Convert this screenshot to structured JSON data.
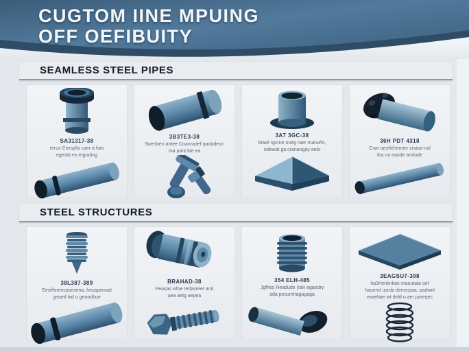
{
  "poster": {
    "title": "CUGTOM IINE MPUING\nOFF OEFIBUITY"
  },
  "colors": {
    "header_blue": "#527a9c",
    "header_blue_dark": "#2e4c66",
    "steel_light": "#8fb2c9",
    "steel_mid": "#5d89ab",
    "steel_dark": "#2e5270",
    "background": "#e4e8ec",
    "section_text": "#121d2c",
    "muted_text": "#5a6777"
  },
  "sections": [
    {
      "heading": "SEAMLESS STEEL PIPES",
      "cards": [
        {
          "title": "SA31317-38",
          "description": "rerus Crrrsylla caer a has\negesta es ergrating",
          "top_image": "flanged-bushing",
          "bottom_image": "steel-pipe"
        },
        {
          "title": "3B3TE3-38",
          "description": "Soerfaen antee Coanradef qadadeun\nma pant lae ea",
          "top_image": "short-steel-tube",
          "bottom_image": "connecting-rod"
        },
        {
          "title": "3A7 3GC-38",
          "description": "Mawl rgcrne oneg raer manufm,\nedewat ga cranangay eelo",
          "top_image": "flanged-cylinder",
          "bottom_image": "steel-wedge-block"
        },
        {
          "title": "36H PDT 4318",
          "description": "Csar qestlehonner cnasa-nal\nlea na eaode andode",
          "top_image": "flange-mounted-pipe",
          "bottom_image": "thin-steel-tube"
        }
      ]
    },
    {
      "heading": "STEEL STRUCTURES",
      "cards": [
        {
          "title": "38L387-389",
          "description": "Eesifhnencasesena, heuspemad\ngeaed lad o geoodbue",
          "top_image": "threaded-screw",
          "bottom_image": "large-steel-pipe"
        },
        {
          "title": "BRAHAD-38",
          "description": "Peasas wfoe tedasreet and\naea aelg aepea",
          "top_image": "roller-bearing-assembly",
          "bottom_image": "hex-bolt"
        },
        {
          "title": "354 ELH-485",
          "description": "Jgfhes Readude (ran egaedry\nada pesumhagagaga",
          "top_image": "threaded-coupling",
          "bottom_image": "flanged-pin"
        },
        {
          "title": "3EAGSU7-398",
          "description": "ha3rtenknkan craouaaa oef\nhauend usrda denecpaa, padwel\nexaehae wt deld o aer pareqec",
          "top_image": "steel-plate",
          "bottom_image": "coil-spring"
        }
      ]
    }
  ]
}
